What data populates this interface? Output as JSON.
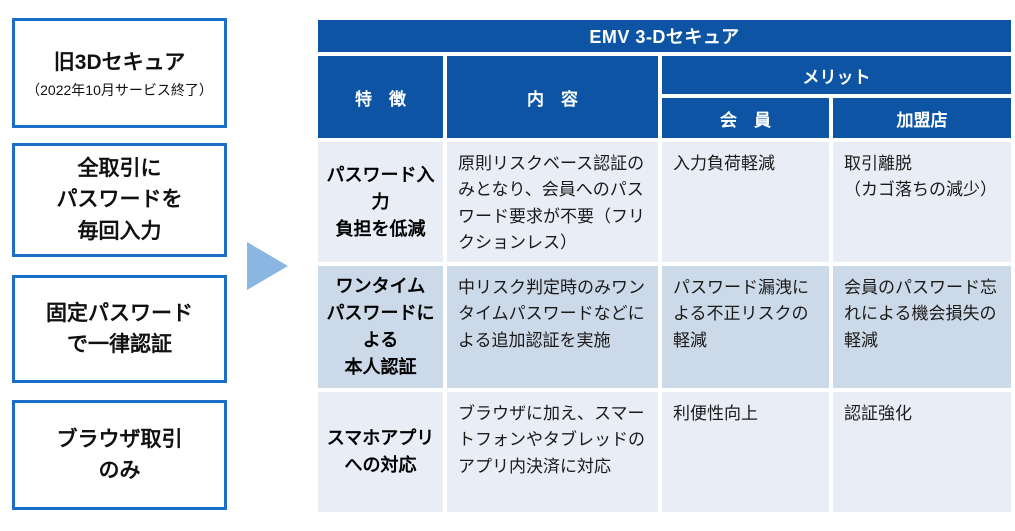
{
  "left_panel": {
    "boxes": [
      {
        "title": "旧3Dセキュア",
        "subtitle": "（2022年10月サービス終了）"
      },
      {
        "title": "全取引に\nパスワードを\n毎回入力"
      },
      {
        "title": "固定パスワード\nで一律認証"
      },
      {
        "title": "ブラウザ取引\nのみ"
      }
    ]
  },
  "arrow": {
    "icon": "right-triangle-arrow"
  },
  "table": {
    "title": "EMV 3-Dセキュア",
    "headers": {
      "feature": "特　徴",
      "content": "内　容",
      "merit": "メリット",
      "member": "会　員",
      "merchant": "加盟店"
    },
    "rows": [
      {
        "feature": "パスワード入力\n負担を低減",
        "content": "原則リスクベース認証のみとなり、会員へのパスワード要求が不要（フリクションレス）",
        "member": "入力負荷軽減",
        "merchant": "取引離脱\n（カゴ落ちの減少）"
      },
      {
        "feature": "ワンタイム\nパスワードによる\n本人認証",
        "content": "中リスク判定時のみワンタイムパスワードなどによる追加認証を実施",
        "member": "パスワード漏洩による不正リスクの軽減",
        "merchant": "会員のパスワード忘れによる機会損失の軽減"
      },
      {
        "feature": "スマホアプリ\nへの対応",
        "content": "ブラウザに加え、スマートフォンやタブレッドのアプリ内決済に対応",
        "member": "利便性向上",
        "merchant": "認証強化"
      }
    ]
  },
  "colors": {
    "header_blue": "#0d55a4",
    "box_border_blue": "#1c6fc9",
    "arrow_blue": "#8ab7e1",
    "row_light": "#e9eef6",
    "row_dark": "#ccd9e8"
  }
}
